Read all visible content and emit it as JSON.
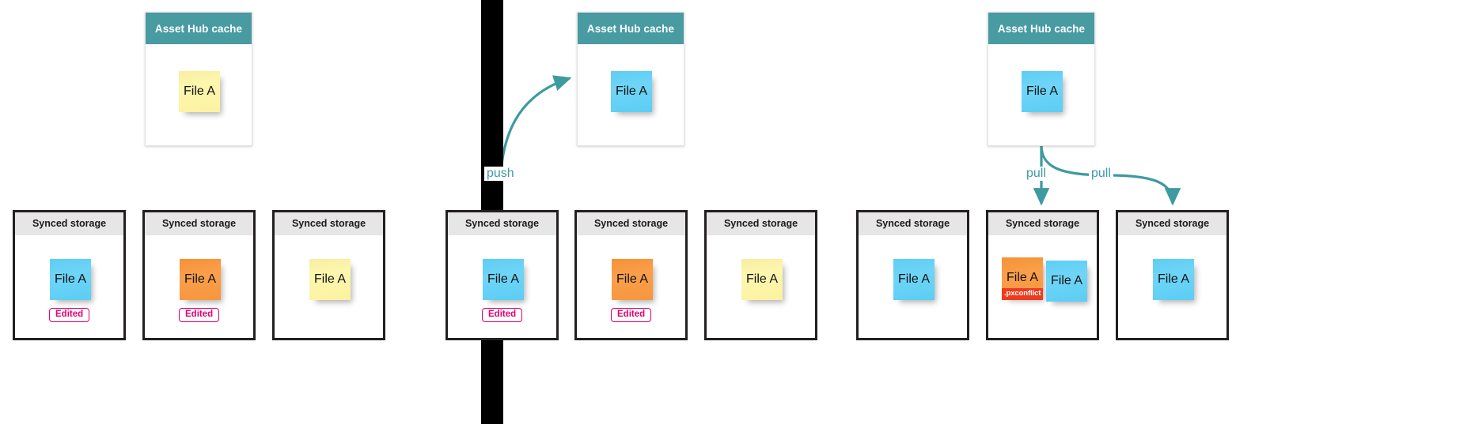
{
  "diagram": {
    "title": "Asset Hub cache push and pull sync diagram",
    "colors": {
      "teal_header": "#479ba1",
      "arrow_teal": "#3d9aa0",
      "store_border": "#231f20",
      "store_header_bg": "#e6e6e6",
      "note_yellow": "#fbf3a3",
      "note_blue": "#62d0f5",
      "note_orange": "#f79840",
      "badge_pink": "#e4006f",
      "conflict_red": "#ee3b1e",
      "divider_black": "#000000"
    },
    "labels": {
      "hub_title": "Asset Hub cache",
      "store_title": "Synced storage",
      "file_name": "File A",
      "edited": "Edited",
      "conflict": ".pxconflict",
      "push": "push",
      "pull": "pull"
    }
  },
  "stages": [
    {
      "id": "stage-1-edited-locally",
      "hub": {
        "title": "Asset Hub cache",
        "notes": [
          {
            "label": "File A",
            "color": "yellow"
          }
        ]
      },
      "stores": [
        {
          "title": "Synced storage",
          "notes": [
            {
              "label": "File A",
              "color": "blue"
            }
          ],
          "badge": "Edited"
        },
        {
          "title": "Synced storage",
          "notes": [
            {
              "label": "File A",
              "color": "orange"
            }
          ],
          "badge": "Edited"
        },
        {
          "title": "Synced storage",
          "notes": [
            {
              "label": "File A",
              "color": "yellow"
            }
          ],
          "badge": null
        }
      ],
      "arrows": []
    },
    {
      "id": "stage-2-push",
      "hub": {
        "title": "Asset Hub cache",
        "notes": [
          {
            "label": "File A",
            "color": "blue"
          }
        ]
      },
      "stores": [
        {
          "title": "Synced storage",
          "notes": [
            {
              "label": "File A",
              "color": "blue"
            }
          ],
          "badge": "Edited"
        },
        {
          "title": "Synced storage",
          "notes": [
            {
              "label": "File A",
              "color": "orange"
            }
          ],
          "badge": "Edited"
        },
        {
          "title": "Synced storage",
          "notes": [
            {
              "label": "File A",
              "color": "yellow"
            }
          ],
          "badge": null
        }
      ],
      "arrows": [
        {
          "label": "push",
          "from": "store-1",
          "to": "hub"
        }
      ]
    },
    {
      "id": "stage-3-pull",
      "hub": {
        "title": "Asset Hub cache",
        "notes": [
          {
            "label": "File A",
            "color": "blue"
          }
        ]
      },
      "stores": [
        {
          "title": "Synced storage",
          "notes": [
            {
              "label": "File A",
              "color": "blue"
            }
          ],
          "badge": null
        },
        {
          "title": "Synced storage",
          "notes": [
            {
              "label": "File A",
              "color": "orange",
              "tag": ".pxconflict"
            },
            {
              "label": "File A",
              "color": "blue"
            }
          ],
          "badge": null
        },
        {
          "title": "Synced storage",
          "notes": [
            {
              "label": "File A",
              "color": "blue"
            }
          ],
          "badge": null
        }
      ],
      "arrows": [
        {
          "label": "pull",
          "from": "hub",
          "to": "store-2"
        },
        {
          "label": "pull",
          "from": "hub",
          "to": "store-3"
        }
      ]
    }
  ]
}
